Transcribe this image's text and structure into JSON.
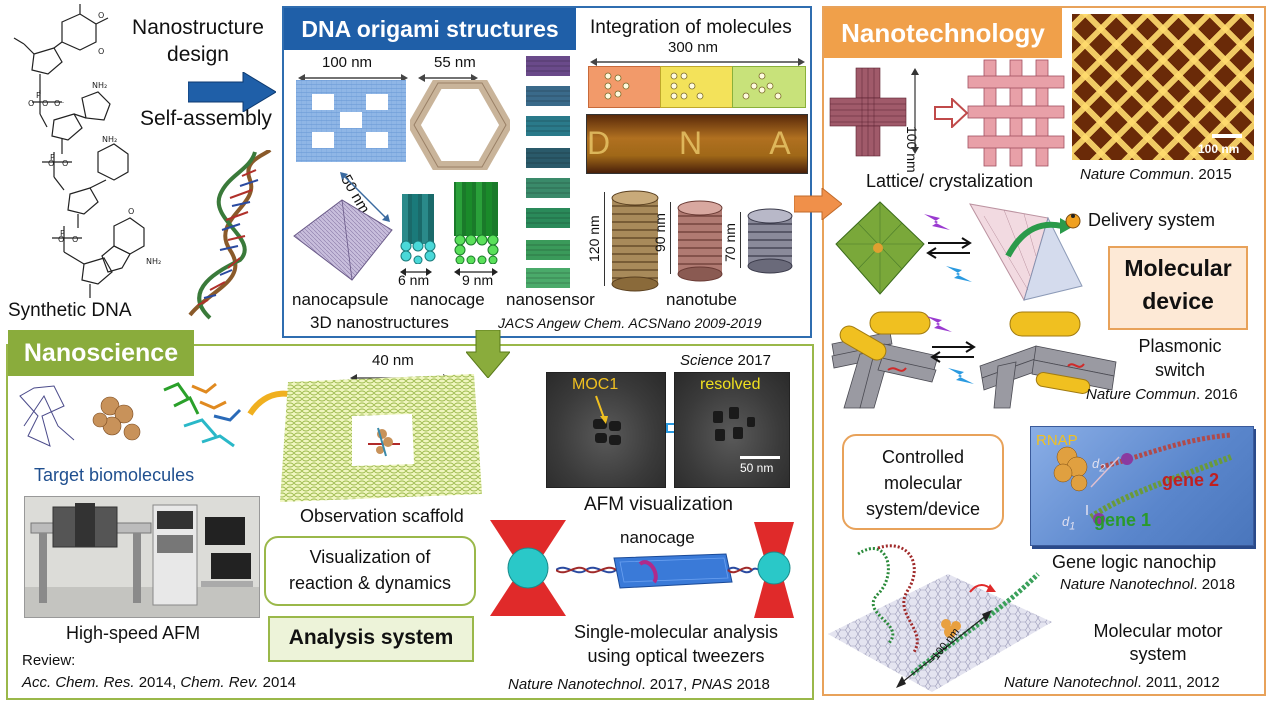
{
  "left": {
    "nanostructure_design": [
      "Nanostructure",
      "design"
    ],
    "self_assembly": "Self-assembly",
    "synthetic_dna": "Synthetic DNA"
  },
  "origami": {
    "title": "DNA origami structures",
    "integration_title": "Integration of molecules",
    "dim_100nm": "100 nm",
    "dim_55nm": "55 nm",
    "dim_300nm": "300 nm",
    "dim_50nm": "50 nm",
    "dim_6nm": "6 nm",
    "dim_9nm": "9 nm",
    "dim_120nm": "120 nm",
    "dim_90nm": "90 nm",
    "dim_70nm": "70 nm",
    "nanocapsule": "nanocapsule",
    "nanocage": "nanocage",
    "nanosensor": "nanosensor",
    "nanotube": "nanotube",
    "structures_3d": "3D nanostructures",
    "citation": "JACS Angew Chem. ACSNano 2009-2019",
    "dna_letters": "D N A"
  },
  "nanoscience": {
    "title": "Nanoscience",
    "target_biomolecules": "Target biomolecules",
    "high_speed_afm": "High-speed AFM",
    "review_label": "Review:",
    "review_j1": "Acc. Chem. Res.",
    "review_y1": " 2014, ",
    "review_j2": "Chem. Rev.",
    "review_y2": " 2014",
    "dim_40nm": "40 nm",
    "observation_scaffold": "Observation scaffold",
    "science_journal": "Science",
    "science_year": " 2017",
    "moc1": "MOC1",
    "resolved": "resolved",
    "scale_50nm": "50 nm",
    "afm_visualization": "AFM visualization",
    "visualization_box": [
      "Visualization of",
      "reaction & dynamics"
    ],
    "analysis_system": "Analysis system",
    "nanocage": "nanocage",
    "single_molecular": [
      "Single-molecular analysis",
      "using optical tweezers"
    ],
    "cite_j1": "Nature Nanotechnol",
    "cite_y1": ". 2017, ",
    "cite_j2": "PNAS",
    "cite_y2": " 2018"
  },
  "nanotech": {
    "title": "Nanotechnology",
    "dim_100nm": "100 nm",
    "scale_100nm": "100 nm",
    "lattice": "Lattice/ crystalization",
    "cite1_j": "Nature Commun",
    "cite1_y": ". 2015",
    "delivery_system": "Delivery system",
    "molecular_device": [
      "Molecular",
      "device"
    ],
    "plasmonic_switch": [
      "Plasmonic",
      "switch"
    ],
    "cite2_j": "Nature Commun",
    "cite2_y": ". 2016",
    "controlled": [
      "Controlled",
      "molecular",
      "system/device"
    ],
    "rnap": "RNAP",
    "gene1": "gene 1",
    "gene2": "gene 2",
    "gene_logic": "Gene logic nanochip",
    "cite3_j": "Nature Nanotechnol",
    "cite3_y": ". 2018",
    "dim_100nm_motor": "~100 nm",
    "molecular_motor": [
      "Molecular motor",
      "system"
    ],
    "cite4_j": "Nature Nanotechnol",
    "cite4_y": ". 2011, 2012"
  },
  "colors": {
    "blue_header": "#1f5fa8",
    "orange_header": "#f0a04a",
    "green_header": "#8aac3c",
    "orange_border": "#e8a25a",
    "green_border": "#9ab84a",
    "blue_border": "#2f6db0"
  }
}
